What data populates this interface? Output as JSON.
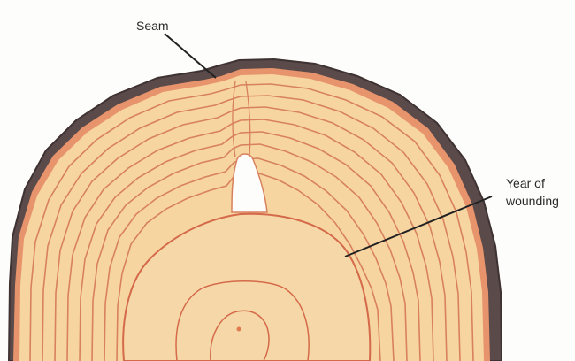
{
  "labels": {
    "seam": "Seam",
    "year_of_wounding_line1": "Year of",
    "year_of_wounding_line2": "wounding"
  },
  "colors": {
    "background": "#fdfdfb",
    "bark": "#5a4a4a",
    "bark_inner": "#7a6662",
    "cambium": "#d9785a",
    "wood": "#f6d5a0",
    "wood_light": "#fae3b8",
    "ring": "#d8815e",
    "pith": "#e07a4e",
    "leader": "#222222"
  }
}
